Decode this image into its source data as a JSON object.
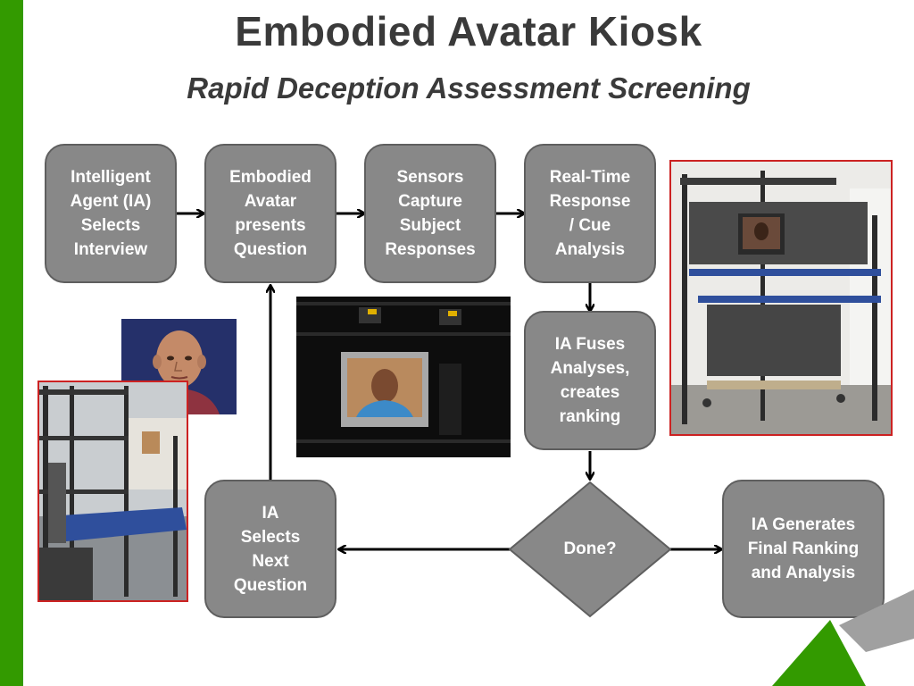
{
  "slide": {
    "title": "Embodied Avatar Kiosk",
    "subtitle": "Rapid Deception Assessment Screening"
  },
  "flow": {
    "step1": "Intelligent\nAgent (IA)\nSelects\nInterview",
    "step2": "Embodied\nAvatar\npresents\nQuestion",
    "step3": "Sensors\nCapture\nSubject\nResponses",
    "step4": "Real-Time\nResponse\n/ Cue\nAnalysis",
    "step5": "IA Fuses\nAnalyses,\ncreates\nranking",
    "decision": "Done?",
    "next_question": "IA\nSelects\nNext\nQuestion",
    "final": "IA Generates\nFinal Ranking\nand Analysis"
  },
  "colors": {
    "accent_green": "#339a00",
    "box_fill": "#888888",
    "box_border": "#5f5f5f",
    "photo_border": "#cc2222",
    "corner_gray": "#a0a0a0"
  }
}
